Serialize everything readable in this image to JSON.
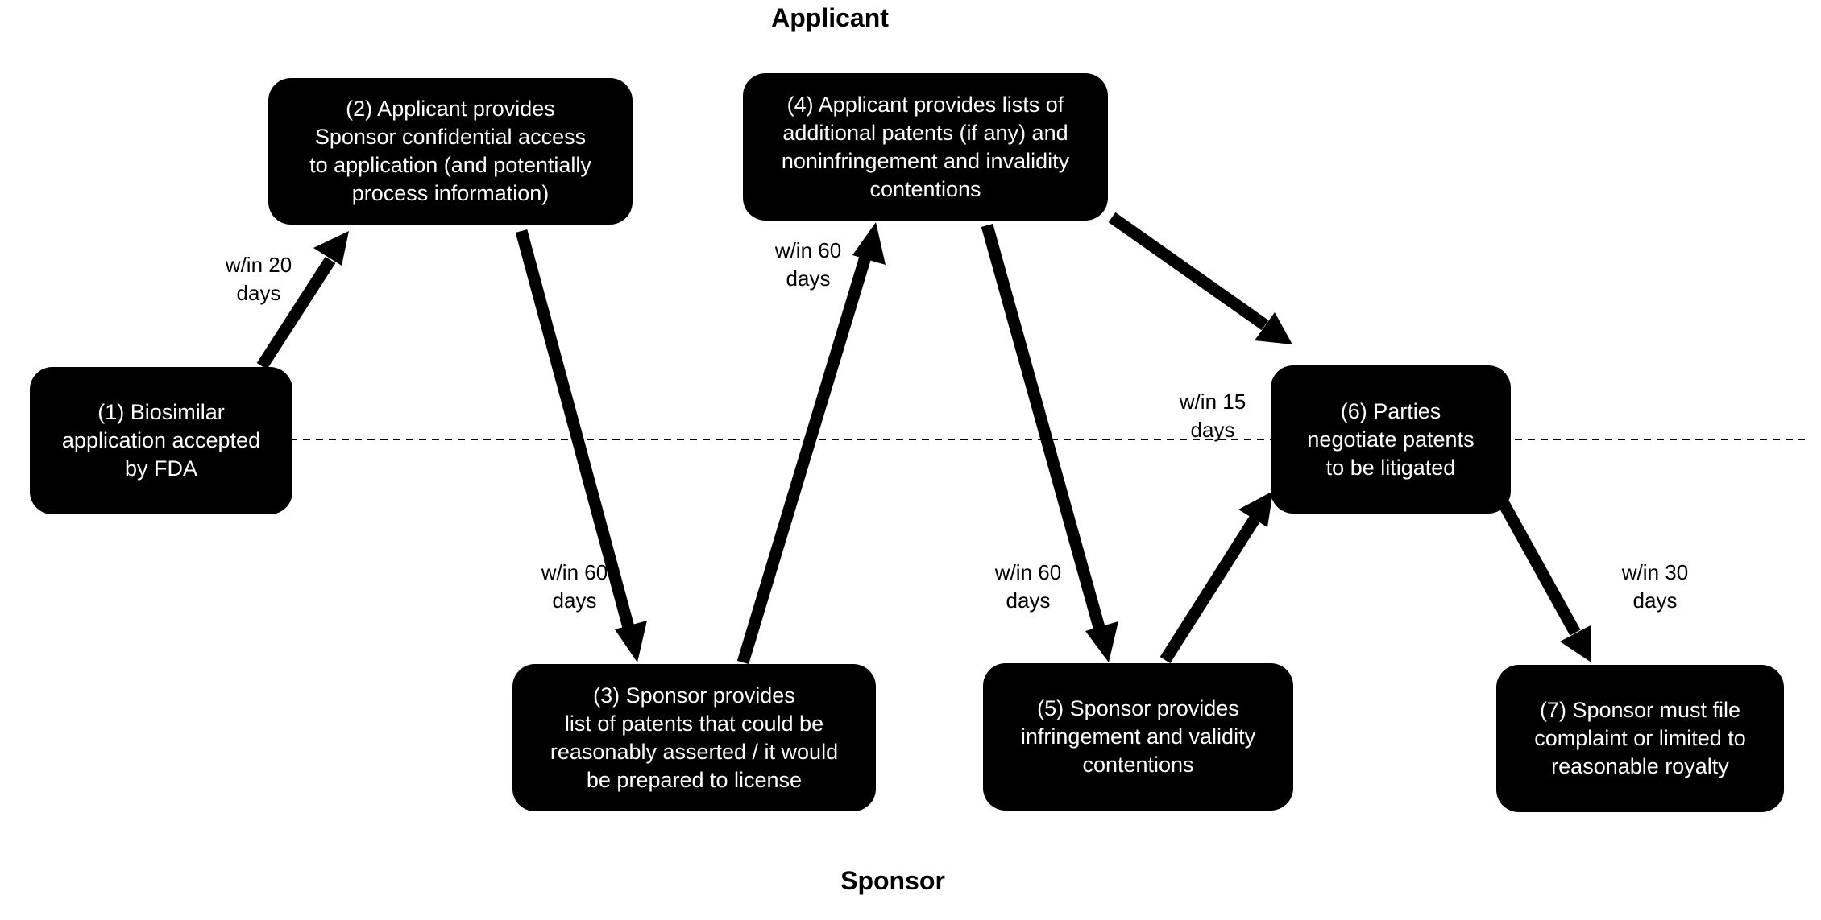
{
  "lanes": {
    "top": "Applicant",
    "bottom": "Sponsor"
  },
  "steps": [
    {
      "id": 1,
      "text": "(1) Biosimilar\napplication accepted\nby FDA"
    },
    {
      "id": 2,
      "text": "(2) Applicant provides\nSponsor confidential access\nto application (and potentially\nprocess information)"
    },
    {
      "id": 3,
      "text": "(3) Sponsor provides\nlist of patents that could be\nreasonably asserted / it would\nbe prepared to license"
    },
    {
      "id": 4,
      "text": "(4) Applicant provides lists of\nadditional patents (if any) and\nnoninfringement and invalidity\ncontentions"
    },
    {
      "id": 5,
      "text": "(5) Sponsor provides\ninfringement and validity\ncontentions"
    },
    {
      "id": 6,
      "text": "(6) Parties\nnegotiate patents\nto be litigated"
    },
    {
      "id": 7,
      "text": "(7) Sponsor must file\ncomplaint or limited to\nreasonable royalty"
    }
  ],
  "time_labels": [
    {
      "text": "w/in 20\ndays"
    },
    {
      "text": "w/in 60\ndays"
    },
    {
      "text": "w/in 60\ndays"
    },
    {
      "text": "w/in 60\ndays"
    },
    {
      "text": "w/in 15\ndays"
    },
    {
      "text": "w/in 30\ndays"
    }
  ],
  "colors": {
    "box_fill": "#000000",
    "box_text": "#ffffff",
    "arrow": "#000000",
    "background": "#ffffff"
  }
}
